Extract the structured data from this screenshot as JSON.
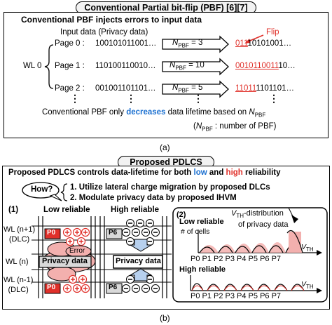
{
  "a": {
    "banner": "Conventional Partial bit-flip (PBF) [6][7]",
    "heading": "Conventional PBF injects errors to input data",
    "input_label": "Input data (Privacy data)",
    "flip_label": "Flip",
    "wl_label": "WL 0",
    "rows": [
      {
        "page": "Page 0 :",
        "bits": "100101011001…",
        "n_value": "= 3",
        "out_flip": "011",
        "out_rest": "10101001…"
      },
      {
        "page": "Page 1 :",
        "bits": "110100110010…",
        "n_value": "= 10",
        "out_flip": "0010110011",
        "out_rest": "10…"
      },
      {
        "page": "Page 2 :",
        "bits": "001001101101…",
        "n_value": "= 5",
        "out_flip": "11011",
        "out_rest": "1101101…"
      }
    ],
    "n_symbol": "N",
    "n_sub": "PBF",
    "dots": "⋮",
    "note_pre": "Conventional PBF only ",
    "note_key": "decreases",
    "note_post": " data lifetime based on ",
    "legend": ": number of PBF)",
    "caption": "(a)"
  },
  "b": {
    "banner": "Proposed PDLCS",
    "heading_pre": "Proposed PDLCS controls data-lifetime for both ",
    "heading_low": "low",
    "heading_mid": " and ",
    "heading_high": "high",
    "heading_post": " reliability",
    "how": "How?",
    "item1": "1.  Utilize lateral charge migration by proposed DLCs",
    "item2": "2.  Modulate privacy data by proposed IHVM",
    "label_1": "(1)",
    "label_2": "(2)",
    "low_reliable": "Low reliable",
    "high_reliable": "High reliable",
    "wl_top": "WL (n+1)",
    "wl_top_sub": "(DLC)",
    "wl_mid": "WL (n)",
    "wl_bot": "WL (n-1)",
    "wl_bot_sub": "(DLC)",
    "p0": "P0",
    "p6": "P6",
    "error": "Error",
    "privacy_data": "Privacy data",
    "vth_title1": "-distribution",
    "vth_title2": "of privacy data",
    "v_sym": "V",
    "th_sub": "TH",
    "cells_label": "# of cells",
    "low_reliable_2": "Low reliable",
    "high_reliable_2": "High reliable",
    "states": "P0  P1  P2  P3  P4  P5  P6  P7",
    "caption": "(b)"
  },
  "colors": {
    "accent_red": "#e0302a",
    "accent_blue": "#1a6fd0",
    "pink": "#f3b0ae",
    "banner_gray": "#f2f2f2"
  }
}
